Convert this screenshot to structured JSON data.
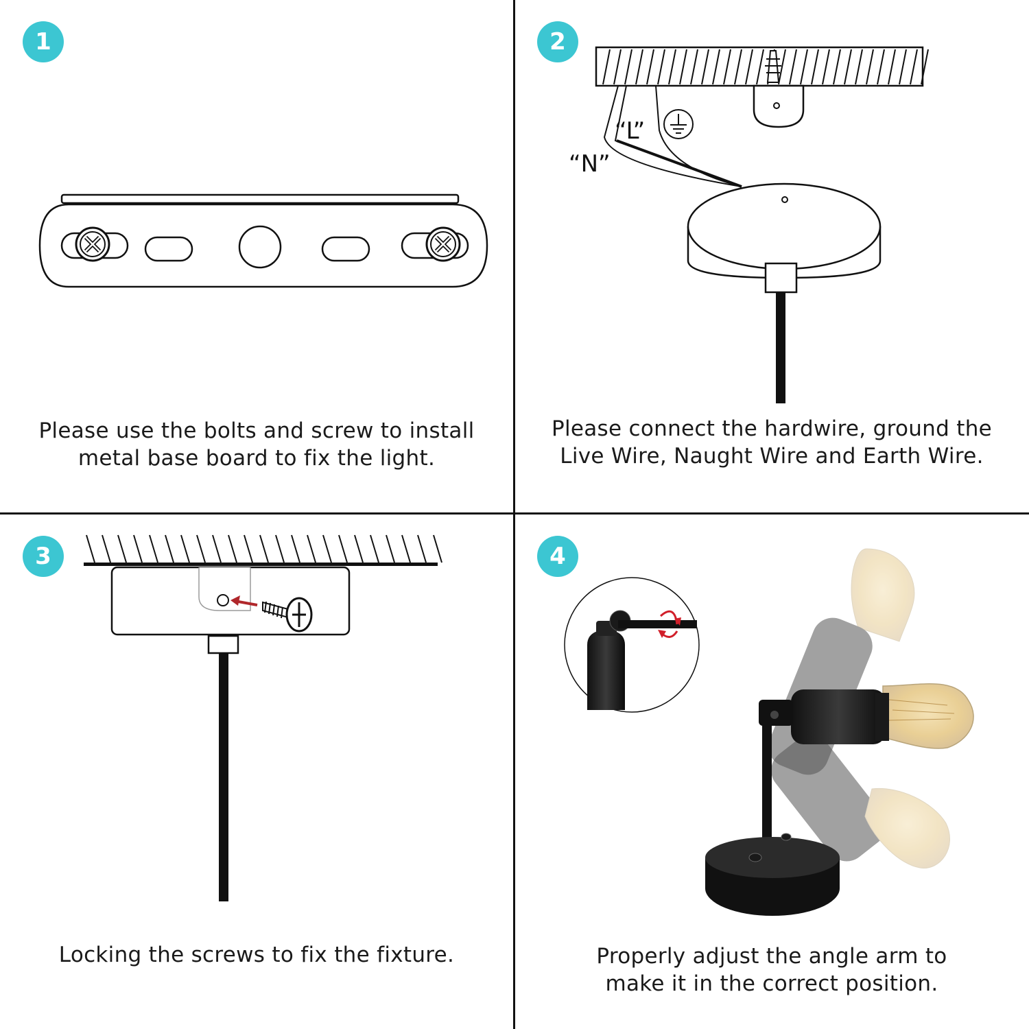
{
  "accent_color": "#3cc6d2",
  "steps": [
    {
      "number": "1",
      "caption_line1": "Please use the bolts and screw to install",
      "caption_line2": "metal base board to fix the light."
    },
    {
      "number": "2",
      "caption_line1": "Please connect the hardwire, ground the",
      "caption_line2": "Live Wire, Naught Wire and Earth Wire.",
      "label_live": "“L”",
      "label_neutral": "“N”",
      "icon": "earth-ground-icon"
    },
    {
      "number": "3",
      "caption_line1": "Locking the screws to fix the fixture.",
      "caption_line2": ""
    },
    {
      "number": "4",
      "caption_line1": "Properly adjust the angle arm to",
      "caption_line2": "make it in the correct position.",
      "icon": "rotate-arrows-icon"
    }
  ]
}
